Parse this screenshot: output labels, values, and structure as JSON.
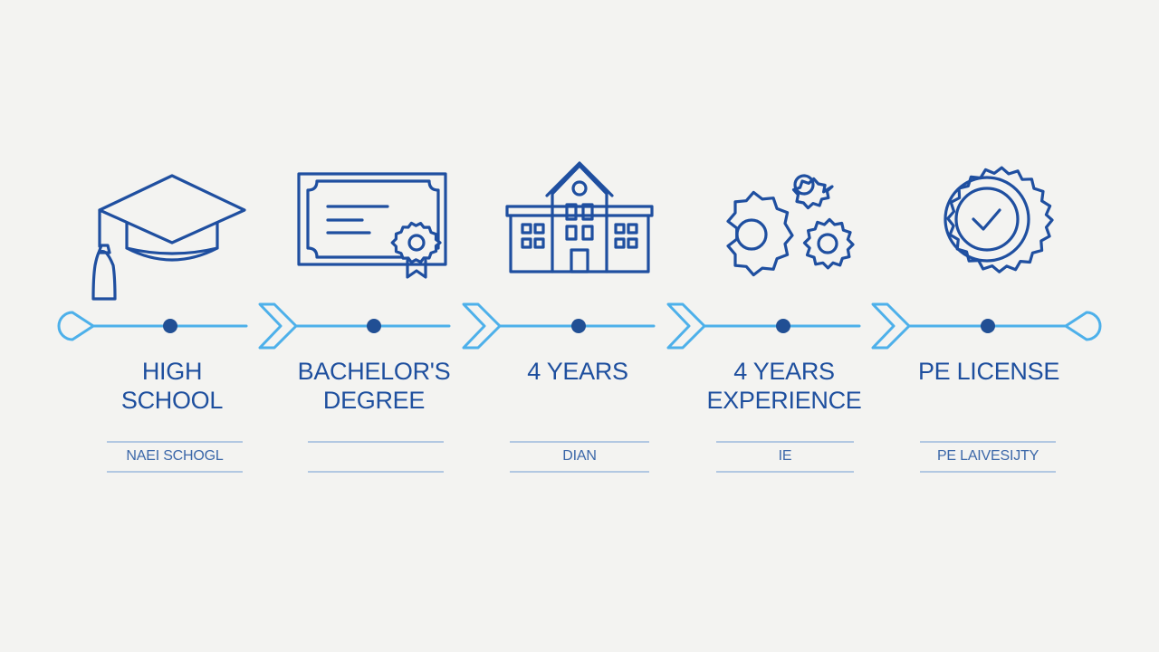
{
  "colors": {
    "background": "#f3f3f1",
    "icon_stroke": "#1f4fa0",
    "timeline": "#4db0ea",
    "node_dot": "#214f94",
    "title_text": "#1e4f9e",
    "subtitle_text": "#3c68a9",
    "underline": "#9db9de"
  },
  "steps": [
    {
      "icon": "graduation-cap-icon",
      "title_line1": "HIGH",
      "title_line2": "SCHOOL",
      "subtitle": "NAEI SCHOGL"
    },
    {
      "icon": "diploma-certificate-icon",
      "title_line1": "BACHELOR'S",
      "title_line2": "DEGREE",
      "subtitle": ""
    },
    {
      "icon": "university-building-icon",
      "title_line1": "4 YEARS",
      "title_line2": "",
      "subtitle": "DIAN"
    },
    {
      "icon": "gears-icon",
      "title_line1": "4 YEARS",
      "title_line2": "EXPERIENCE",
      "subtitle": "IE"
    },
    {
      "icon": "approval-seal-icon",
      "title_line1": "PE LICENSE",
      "title_line2": "",
      "subtitle": "PE LAIVESIJTY"
    }
  ]
}
